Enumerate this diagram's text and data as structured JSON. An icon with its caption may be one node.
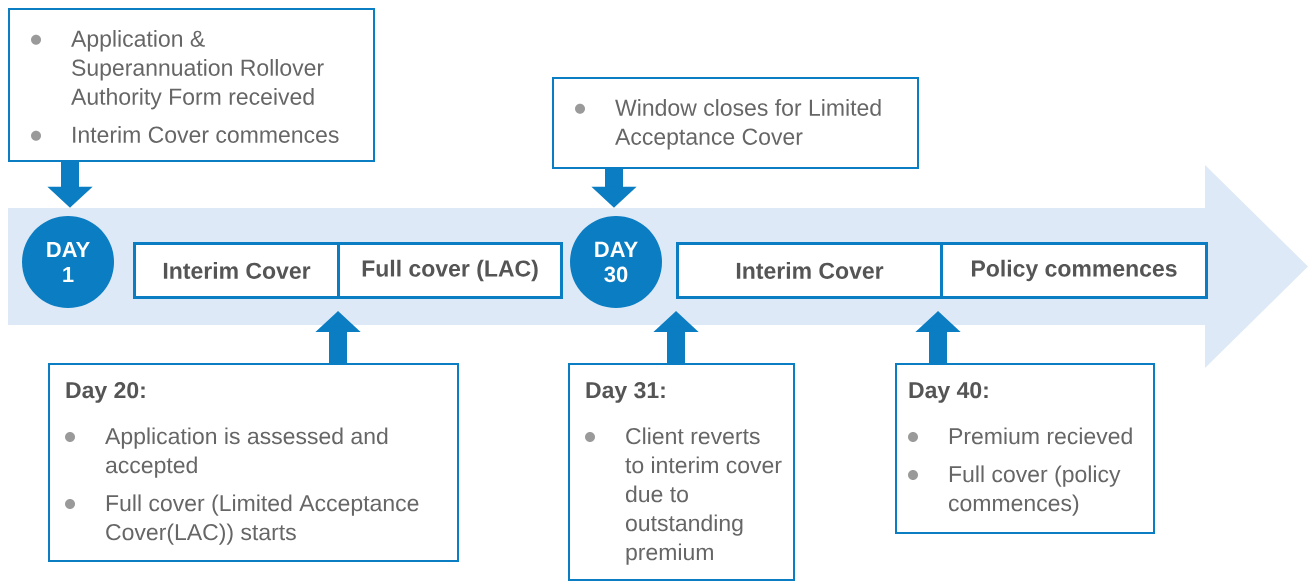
{
  "diagram": {
    "nodes": [
      {
        "text": [],
        "shape": "arrow"
      },
      {
        "text": [
          "Application & Superannuation Rollover Authority Form received",
          "Interim Cover commences"
        ]
      },
      {
        "text": [
          "DAY 1"
        ],
        "in": 0
      },
      {
        "text": [
          "Interim Cover"
        ],
        "in": 0
      },
      {
        "text": [
          "Full cover (LAC)"
        ],
        "in": 0
      },
      {
        "text": [
          "Window closes for Limited Acceptance Cover"
        ]
      },
      {
        "text": [
          "DAY 30"
        ],
        "in": 0
      },
      {
        "text": [
          "Interim Cover"
        ],
        "in": 0
      },
      {
        "text": [
          "Policy commences"
        ],
        "in": 0
      },
      {
        "text": [
          "Day 20:",
          "Application is assessed and accepted",
          "Full cover (Limited Acceptance Cover(LAC)) starts"
        ]
      },
      {
        "text": [
          "Day 31:",
          "Client reverts to interim cover due to outstanding premium"
        ]
      },
      {
        "text": [
          "Day 40:",
          "Premium recieved",
          "Full cover (policy commences)"
        ]
      }
    ],
    "edges": [
      {
        "from": 1,
        "to": 2,
        "arrow": "to"
      },
      {
        "from": 5,
        "to": 6,
        "arrow": "to"
      },
      {
        "from": 9,
        "to": 4,
        "arrow": "to"
      },
      {
        "from": 10,
        "to": 7,
        "arrow": "to"
      },
      {
        "from": 11,
        "to": 8,
        "arrow": "to"
      }
    ]
  }
}
